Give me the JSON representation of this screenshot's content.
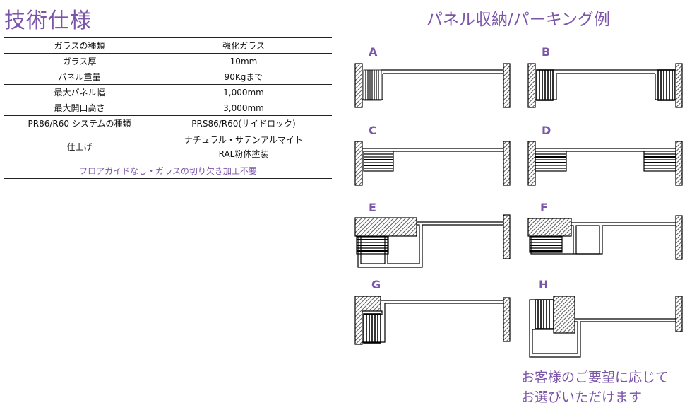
{
  "spec": {
    "title": "技術仕様",
    "rows": [
      {
        "key": "ガラスの種類",
        "value": "強化ガラス"
      },
      {
        "key": "ガラス厚",
        "value": "10mm"
      },
      {
        "key": "パネル重量",
        "value": "90Kgまで"
      },
      {
        "key": "最大パネル幅",
        "value": "1,000mm"
      },
      {
        "key": "最大開口高さ",
        "value": "3,000mm"
      },
      {
        "key": "PR86/R60 システムの種類",
        "value": "PRS86/R60(サイドロック)"
      },
      {
        "key": "仕上げ",
        "value_lines": [
          "ナチュラル・サテンアルマイト",
          "RAL粉体塗装"
        ]
      }
    ],
    "note": "フロアガイドなし・ガラスの切り欠き加工不要"
  },
  "parking": {
    "title": "パネル収納/パーキング例",
    "labels": [
      "A",
      "B",
      "C",
      "D",
      "E",
      "F",
      "G",
      "H"
    ],
    "footer_lines": [
      "お客様のご要望に応じて",
      "お選びいただけます"
    ]
  },
  "colors": {
    "accent": "#7a55a8"
  }
}
